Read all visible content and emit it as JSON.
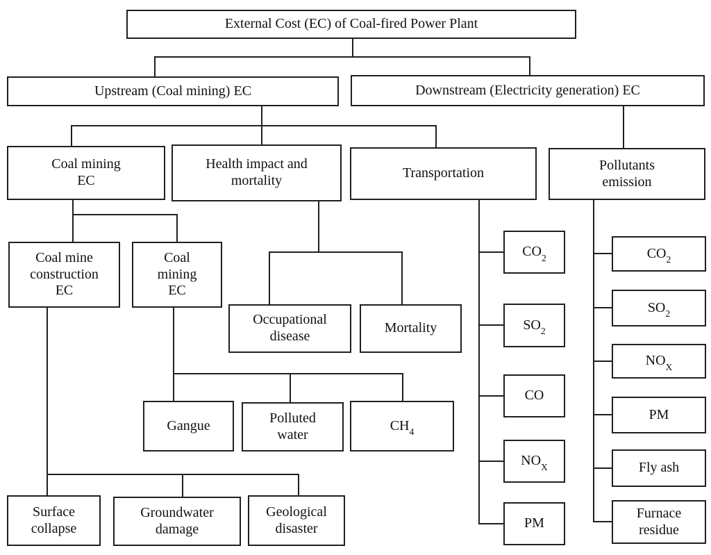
{
  "diagram": {
    "type": "flowchart",
    "title": "External Cost (EC) of Coal-fired Power Plant",
    "colors": {
      "background": "#ffffff",
      "box_fill": "#ffffff",
      "box_border": "#1f1f1f",
      "line": "#1f1f1f",
      "text": "#111111"
    },
    "nodes": {
      "root": {
        "label": "External Cost (EC) of Coal-fired Power Plant"
      },
      "upstream": {
        "label": "Upstream (Coal mining) EC"
      },
      "downstream": {
        "label": "Downstream (Electricity generation) EC"
      },
      "coal_mining_ec": {
        "label": "Coal mining\nEC"
      },
      "health_impact": {
        "label": "Health impact and\nmortality"
      },
      "transportation": {
        "label": "Transportation"
      },
      "pollutants_emission": {
        "label": "Pollutants\nemission"
      },
      "coal_mine_construction_ec": {
        "label": "Coal mine\nconstruction\nEC"
      },
      "coal_mining_sub_ec": {
        "label": "Coal\nmining\nEC"
      },
      "occupational_disease": {
        "label": "Occupational\ndisease"
      },
      "mortality": {
        "label": "Mortality"
      },
      "gangue": {
        "label": "Gangue"
      },
      "polluted_water": {
        "label": "Polluted\nwater"
      },
      "ch4": {
        "label": "CH",
        "sub": "4"
      },
      "surface_collapse": {
        "label": "Surface\ncollapse"
      },
      "groundwater_damage": {
        "label": "Groundwater\ndamage"
      },
      "geological_disaster": {
        "label": "Geological\ndisaster"
      },
      "co2_transport": {
        "label": "CO",
        "sub": "2"
      },
      "so2_transport": {
        "label": "SO",
        "sub": "2"
      },
      "co_transport": {
        "label": "CO"
      },
      "nox_transport": {
        "label": "NO",
        "sub": "X"
      },
      "pm_transport": {
        "label": "PM"
      },
      "co2_emission": {
        "label": "CO",
        "sub": "2"
      },
      "so2_emission": {
        "label": "SO",
        "sub": "2"
      },
      "nox_emission": {
        "label": "NO",
        "sub": "X"
      },
      "pm_emission": {
        "label": "PM"
      },
      "fly_ash": {
        "label": "Fly ash"
      },
      "furnace_residue": {
        "label": "Furnace\nresidue"
      }
    },
    "edges": [
      [
        "root",
        "upstream"
      ],
      [
        "root",
        "downstream"
      ],
      [
        "upstream",
        "coal_mining_ec"
      ],
      [
        "upstream",
        "health_impact"
      ],
      [
        "upstream",
        "transportation"
      ],
      [
        "downstream",
        "pollutants_emission"
      ],
      [
        "coal_mining_ec",
        "coal_mine_construction_ec"
      ],
      [
        "coal_mining_ec",
        "coal_mining_sub_ec"
      ],
      [
        "health_impact",
        "occupational_disease"
      ],
      [
        "health_impact",
        "mortality"
      ],
      [
        "coal_mining_sub_ec",
        "gangue"
      ],
      [
        "coal_mining_sub_ec",
        "polluted_water"
      ],
      [
        "coal_mining_sub_ec",
        "ch4"
      ],
      [
        "coal_mine_construction_ec",
        "surface_collapse"
      ],
      [
        "coal_mine_construction_ec",
        "groundwater_damage"
      ],
      [
        "coal_mine_construction_ec",
        "geological_disaster"
      ],
      [
        "transportation",
        "co2_transport"
      ],
      [
        "transportation",
        "so2_transport"
      ],
      [
        "transportation",
        "co_transport"
      ],
      [
        "transportation",
        "nox_transport"
      ],
      [
        "transportation",
        "pm_transport"
      ],
      [
        "pollutants_emission",
        "co2_emission"
      ],
      [
        "pollutants_emission",
        "so2_emission"
      ],
      [
        "pollutants_emission",
        "nox_emission"
      ],
      [
        "pollutants_emission",
        "pm_emission"
      ],
      [
        "pollutants_emission",
        "fly_ash"
      ],
      [
        "pollutants_emission",
        "furnace_residue"
      ]
    ]
  }
}
